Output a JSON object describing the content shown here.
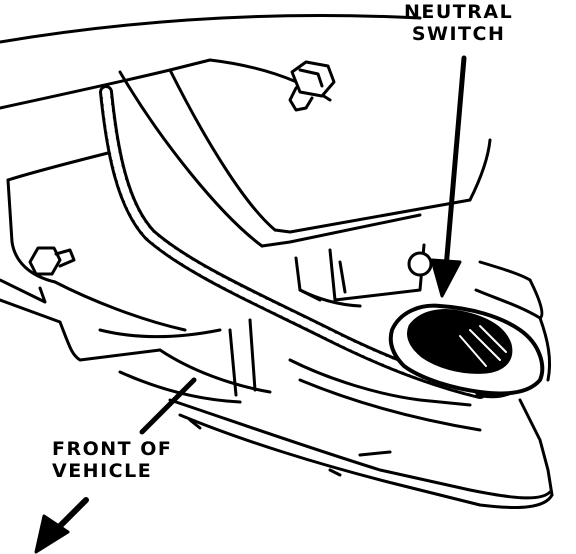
{
  "callouts": {
    "neutral_switch": [
      "NEUTRAL",
      "SWITCH"
    ],
    "front_of_vehicle": [
      "FRONT OF",
      "VEHICLE"
    ]
  },
  "colors": {
    "ink": "#000000",
    "paper": "#ffffff"
  }
}
